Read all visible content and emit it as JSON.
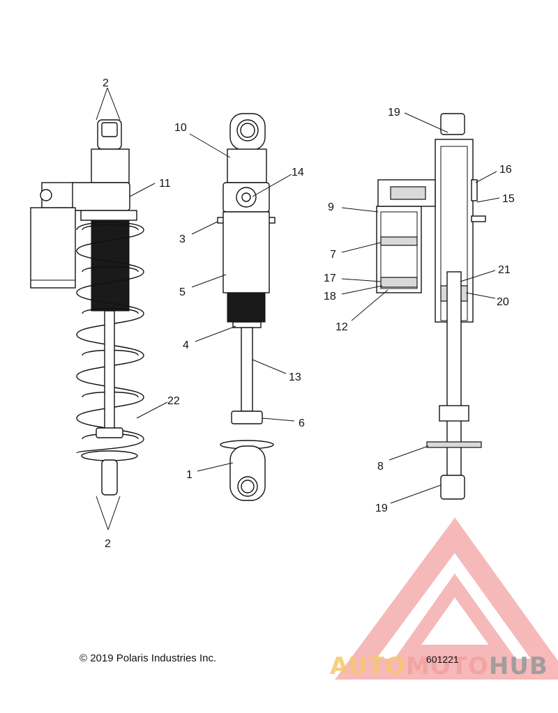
{
  "labels": [
    {
      "text": "2"
    },
    {
      "text": "2"
    },
    {
      "text": "11"
    },
    {
      "text": "22"
    },
    {
      "text": "10"
    },
    {
      "text": "14"
    },
    {
      "text": "3"
    },
    {
      "text": "5"
    },
    {
      "text": "4"
    },
    {
      "text": "13"
    },
    {
      "text": "6"
    },
    {
      "text": "1"
    },
    {
      "text": "19"
    },
    {
      "text": "16"
    },
    {
      "text": "15"
    },
    {
      "text": "9"
    },
    {
      "text": "7"
    },
    {
      "text": "21"
    },
    {
      "text": "17"
    },
    {
      "text": "18"
    },
    {
      "text": "20"
    },
    {
      "text": "12"
    },
    {
      "text": "8"
    },
    {
      "text": "19"
    }
  ],
  "footer": {
    "copyright": "© 2019 Polaris Industries Inc.",
    "reference": "601221"
  },
  "watermark": {
    "brand_part1": "AUTO",
    "brand_part2": "MOTO",
    "brand_part3": "HUB",
    "colors": {
      "logo": "#f08080",
      "auto": "#f7c66a",
      "hub": "#9a9a9a"
    }
  }
}
